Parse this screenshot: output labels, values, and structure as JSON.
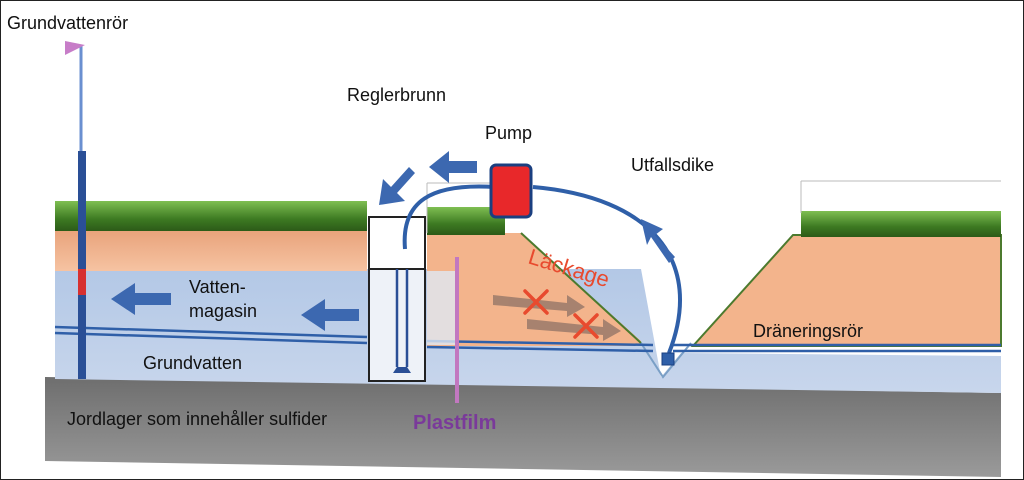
{
  "labels": {
    "groundwater_pipe": "Grundvattenrör",
    "control_well": "Reglerbrunn",
    "pump": "Pump",
    "outlet_ditch": "Utfallsdike",
    "leakage": "Läckage",
    "water_reservoir_line1": "Vatten-",
    "water_reservoir_line2": "magasin",
    "drain_pipe": "Dräneringsrör",
    "groundwater": "Grundvatten",
    "sulfide_soil": "Jordlager som innehåller sulfider",
    "plastic_film": "Plastfilm"
  },
  "colors": {
    "grass": "#3d7a22",
    "topsoil": "#f4b58e",
    "water": "#b9cce6",
    "sulfide_layer": "#8c8c8c",
    "pipe_blue": "#2f5fa8",
    "arrow_blue": "#3c68b0",
    "pump_red": "#e8282a",
    "leak_red": "#e84a2e",
    "plastic_purple": "#7a3a9a",
    "flag_pink": "#c77dc8"
  },
  "icons": {
    "flow_arrow": "arrow-icon",
    "blocked_flow": "x-mark-icon",
    "flag": "flag-icon"
  }
}
